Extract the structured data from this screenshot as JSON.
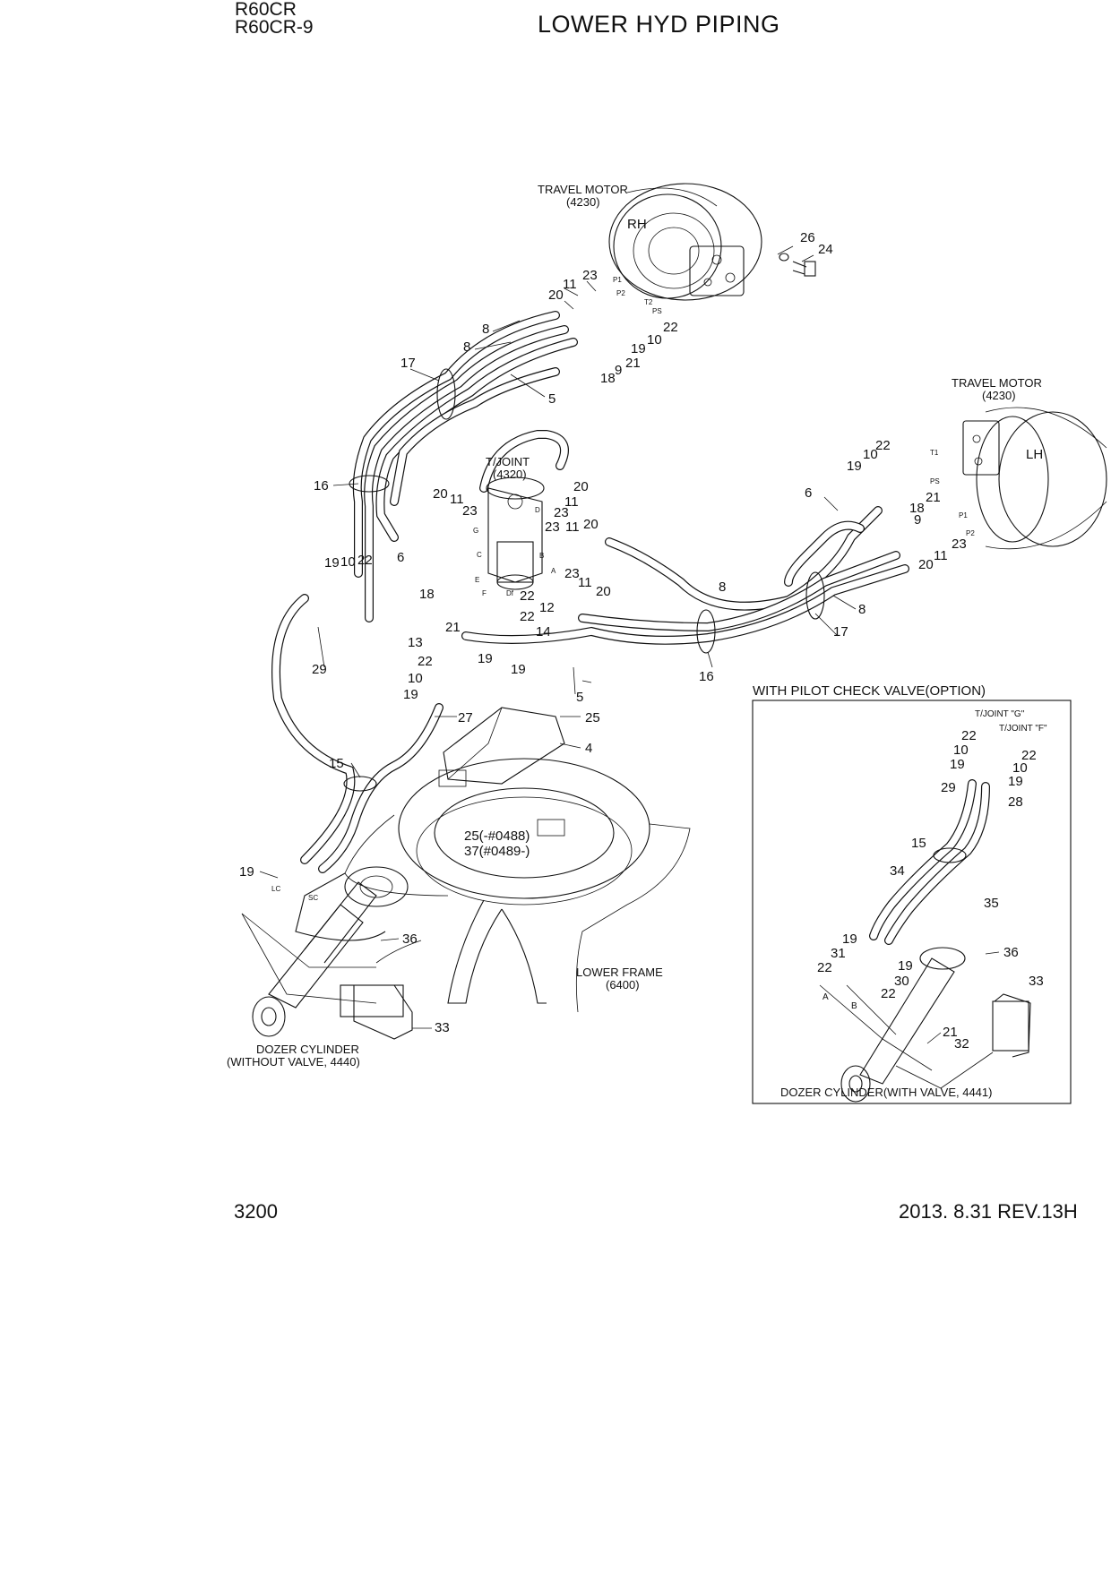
{
  "header": {
    "model_1": "R60CR",
    "model_2": "R60CR-9",
    "title": "LOWER HYD PIPING"
  },
  "footer": {
    "page_number": "3200",
    "revision": "2013. 8.31  REV.13H"
  },
  "diagram": {
    "components": {
      "travel_motor_rh": {
        "name": "TRAVEL MOTOR",
        "code": "(4230)",
        "side": "RH"
      },
      "travel_motor_lh": {
        "name": "TRAVEL MOTOR",
        "code": "(4230)",
        "side": "LH"
      },
      "turning_joint": {
        "name": "T/JOINT",
        "code": "(4320)"
      },
      "lower_frame": {
        "name": "LOWER FRAME",
        "code": "(6400)"
      },
      "dozer_cylinder_main": {
        "line1": "DOZER CYLINDER",
        "line2": "(WITHOUT VALVE, 4440)"
      }
    },
    "inset": {
      "title": "WITH PILOT CHECK VALVE(OPTION)",
      "tjoint_g": "T/JOINT \"G\"",
      "tjoint_f": "T/JOINT \"F\"",
      "caption": "DOZER CYLINDER(WITH VALVE, 4441)",
      "port_a": "A",
      "port_b": "B"
    },
    "port_labels": {
      "p1": "P1",
      "p2": "P2",
      "t2": "T2",
      "ps": "PS",
      "t1": "T1",
      "lc": "LC",
      "sc": "SC",
      "a": "A",
      "b": "B",
      "c": "C",
      "d": "D",
      "e": "E",
      "f": "F",
      "g": "G",
      "df": "Df"
    },
    "special_callouts": {
      "c25_short": "25(-#0488)",
      "c37_short": "37(#0489-)"
    },
    "callouts": {
      "c4": "4",
      "c5": "5",
      "c6": "6",
      "c8": "8",
      "c9": "9",
      "c10": "10",
      "c11": "11",
      "c12": "12",
      "c13": "13",
      "c14": "14",
      "c15": "15",
      "c16": "16",
      "c17": "17",
      "c18": "18",
      "c19": "19",
      "c20": "20",
      "c21": "21",
      "c22": "22",
      "c23": "23",
      "c24": "24",
      "c25": "25",
      "c26": "26",
      "c27": "27",
      "c28": "28",
      "c29": "29",
      "c30": "30",
      "c31": "31",
      "c32": "32",
      "c33": "33",
      "c34": "34",
      "c35": "35",
      "c36": "36"
    }
  }
}
